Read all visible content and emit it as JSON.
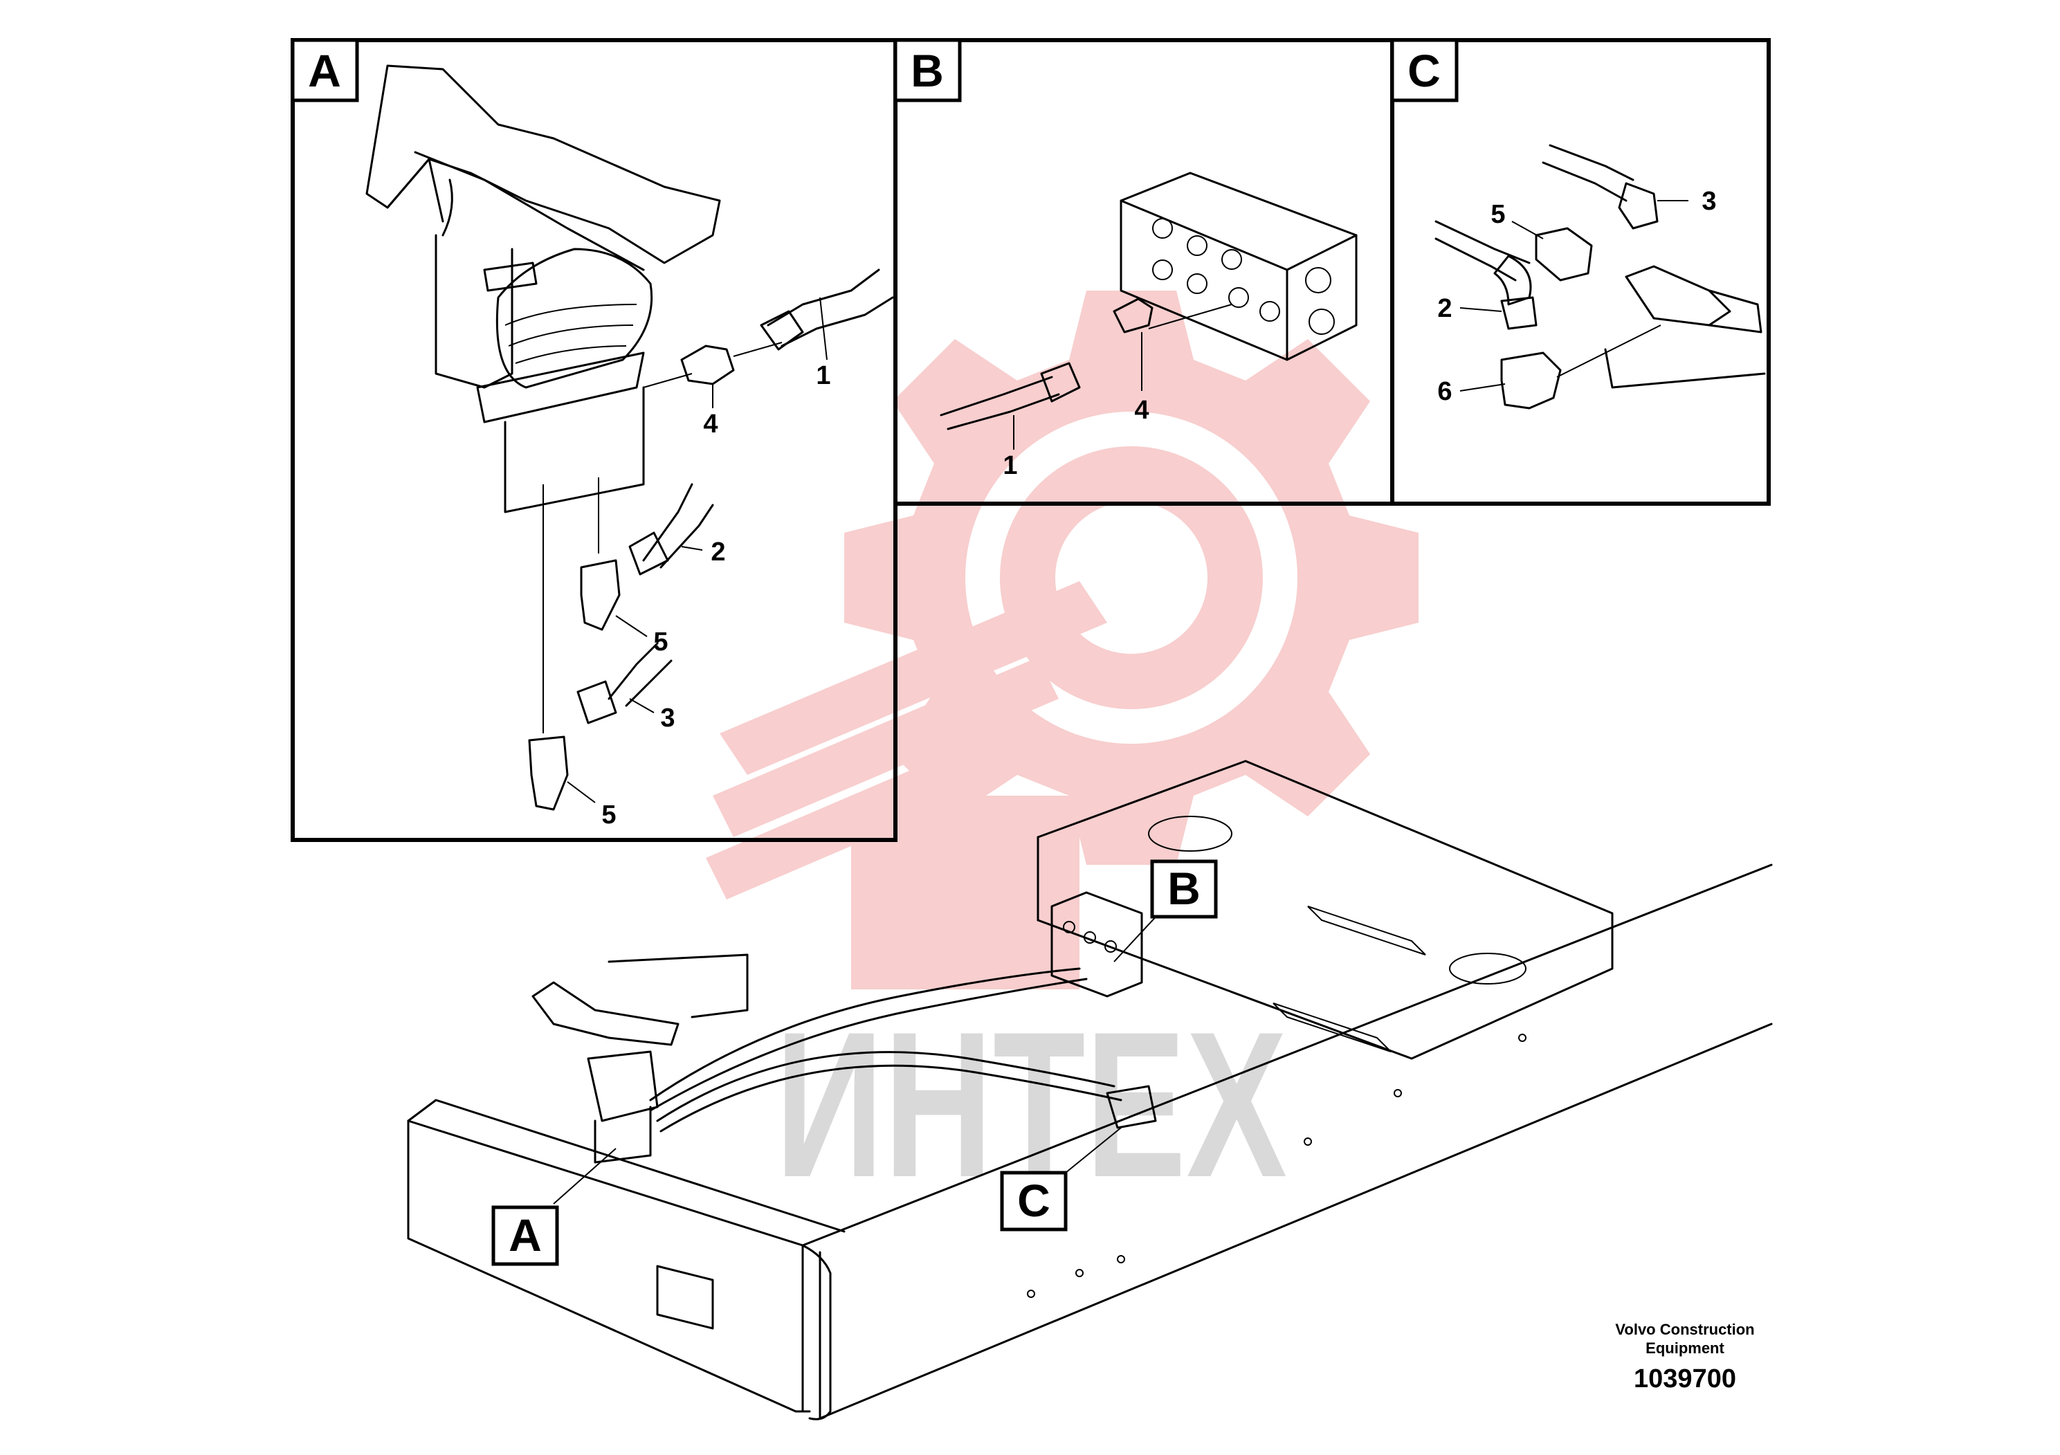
{
  "detail_views": [
    {
      "tag": "A",
      "callouts": [
        "1",
        "4",
        "2",
        "5",
        "3",
        "5"
      ]
    },
    {
      "tag": "B",
      "callouts": [
        "1",
        "4"
      ]
    },
    {
      "tag": "C",
      "callouts": [
        "3",
        "5",
        "2",
        "6"
      ]
    }
  ],
  "overview_tags": [
    "B",
    "A",
    "C"
  ],
  "watermark": {
    "text": "ИНТЕХ",
    "gear_color": "#f7c6c6",
    "text_color": "#d9d9d9"
  },
  "credit": {
    "line1": "Volvo Construction",
    "line2": "Equipment"
  },
  "document_number": "1039700"
}
